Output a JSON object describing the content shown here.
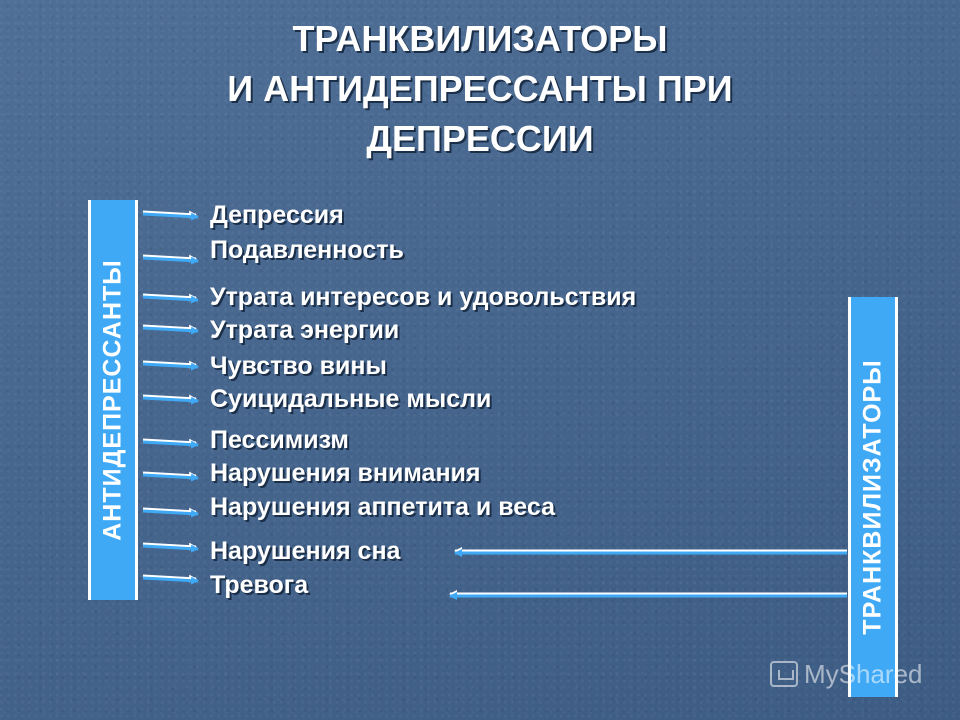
{
  "title": {
    "line1": "ТРАНКВИЛИЗАТОРЫ",
    "line2": "И АНТИДЕПРЕССАНТЫ ПРИ",
    "line3": "ДЕПРЕССИИ"
  },
  "bars": {
    "antidepressants": "АНТИДЕПРЕССАНТЫ",
    "tranquilizers": "ТРАНКВИЛИЗАТОРЫ"
  },
  "symptoms": [
    "Депрессия",
    "Подавленность",
    "Утрата интересов и удовольствия",
    "Утрата энергии",
    "Чувство вины",
    "Суицидальные мысли",
    "Пессимизм",
    "Нарушения внимания",
    "Нарушения аппетита и веса",
    "Нарушения сна",
    "Тревога"
  ],
  "logo": {
    "text": "MyShared"
  },
  "colors": {
    "background": "#46668e",
    "bar": "#3fa9f5",
    "text": "#ffffff",
    "arrow": "#3fa9f5"
  }
}
